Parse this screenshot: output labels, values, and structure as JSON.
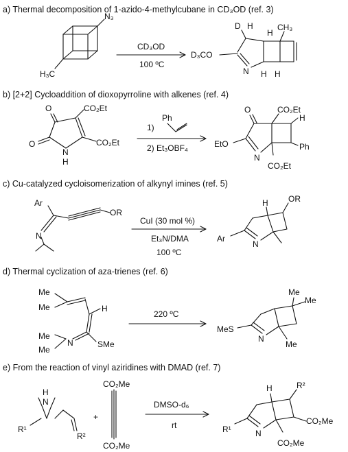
{
  "scheme": {
    "sections": [
      {
        "title": "a) Thermal decomposition of 1-azido-4-methylcubane in CD₃OD (ref. 3)",
        "conditions": [
          "CD₃OD",
          "100 ºC"
        ],
        "labels": {
          "azide": "N₃",
          "methyl_left": "H₃C",
          "product_d3co": "D₃CO",
          "product_n": "N",
          "product_d": "D",
          "product_h1": "H",
          "product_h2": "H",
          "product_ch3": "CH₃",
          "product_h3": "H",
          "product_h4": "H"
        }
      },
      {
        "title": "b) [2+2] Cycloaddition of dioxopyrroline with alkenes (ref. 4)",
        "conditions": [
          "1)",
          "Ph",
          "2) Et₃OBF₄"
        ],
        "labels": {
          "o_top": "O",
          "co2et_top": "CO₂Et",
          "o_left": "O",
          "n": "N",
          "h": "H",
          "co2et_right": "CO₂Et",
          "p_o": "O",
          "p_co2et_top": "CO₂Et",
          "p_h": "H",
          "p_ph": "Ph",
          "p_eto": "EtO",
          "p_n": "N",
          "p_co2et_bottom": "CO₂Et"
        }
      },
      {
        "title": "c) Cu-catalyzed cycloisomerization of alkynyl imines (ref. 5)",
        "conditions": [
          "CuI (30 mol %)",
          "Et₃N/DMA",
          "100 ºC"
        ],
        "labels": {
          "ar": "Ar",
          "or": "OR",
          "n": "N",
          "p_h": "H",
          "p_or": "OR",
          "p_ar": "Ar",
          "p_n": "N"
        }
      },
      {
        "title": "d) Thermal cyclization of aza-trienes (ref. 6)",
        "conditions": [
          "220 ºC"
        ],
        "labels": {
          "me1": "Me",
          "me2": "Me",
          "h": "H",
          "me3": "Me",
          "me4": "Me",
          "n": "N",
          "sme": "SMe",
          "p_me1": "Me",
          "p_me2": "Me",
          "p_mes": "MeS",
          "p_n": "N",
          "p_me3": "Me"
        }
      },
      {
        "title": "e) From the reaction of vinyl aziridines with DMAD (ref. 7)",
        "conditions": [
          "DMSO-d₆",
          "rt"
        ],
        "labels": {
          "h_n": "H",
          "n": "N",
          "r1": "R¹",
          "r2": "R²",
          "plus": "+",
          "co2me_top": "CO₂Me",
          "co2me_bottom": "CO₂Me",
          "p_h": "H",
          "p_r2": "R²",
          "p_r1": "R¹",
          "p_n": "N",
          "p_co2me1": "CO₂Me",
          "p_co2me2": "CO₂Me"
        }
      }
    ]
  }
}
